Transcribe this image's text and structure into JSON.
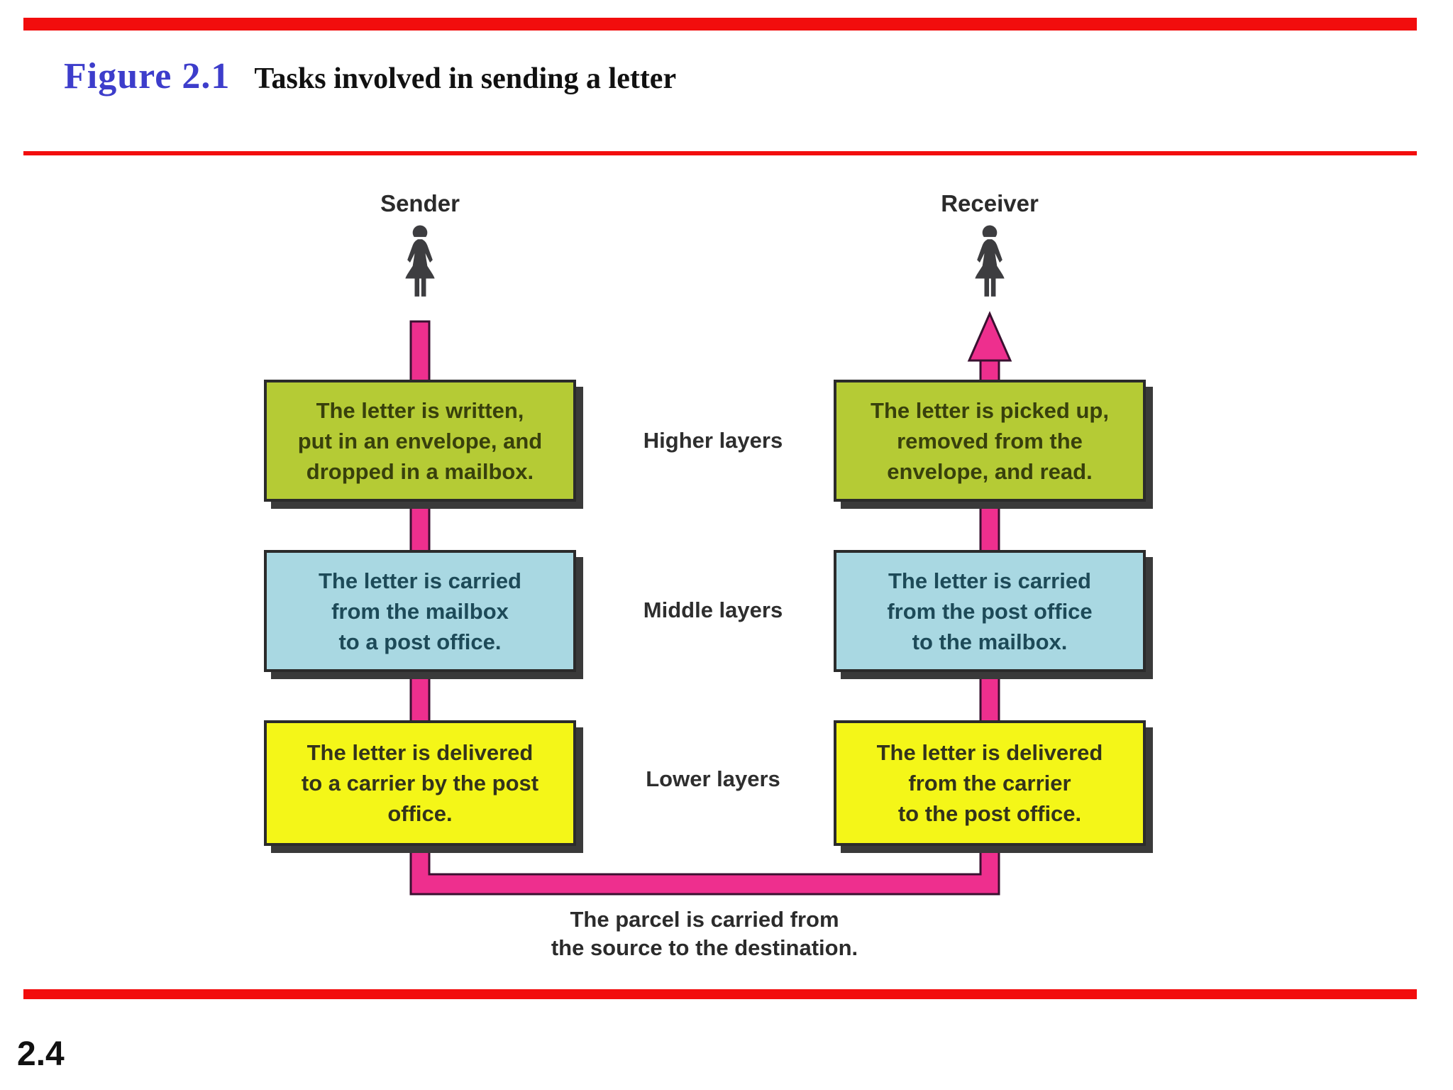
{
  "header": {
    "figure_label": "Figure 2.1",
    "figure_title": "Tasks involved in sending a letter"
  },
  "page_number": "2.4",
  "diagram": {
    "sender_label": "Sender",
    "receiver_label": "Receiver",
    "layer_labels": {
      "higher": "Higher layers",
      "middle": "Middle layers",
      "lower": "Lower layers"
    },
    "sender_boxes": {
      "higher": "The letter is written,\nput in an envelope, and\ndropped in a mailbox.",
      "middle": "The letter is carried\nfrom the mailbox\nto a post office.",
      "lower": "The letter is delivered\nto a carrier by the post\noffice."
    },
    "receiver_boxes": {
      "higher": "The letter is picked up,\nremoved from the\nenvelope, and read.",
      "middle": "The letter is carried\nfrom the post office\nto the mailbox.",
      "lower": "The letter is delivered\nfrom the carrier\nto the post office."
    },
    "bottom_caption": "The parcel is carried from\nthe source to the destination.",
    "colors": {
      "higher_box": "#b5cb35",
      "middle_box": "#a9d8e2",
      "lower_box": "#f4f618",
      "flow_pink": "#ee2f8e",
      "rule_red": "#f20d0d",
      "figure_blue": "#3d3dcb"
    }
  }
}
